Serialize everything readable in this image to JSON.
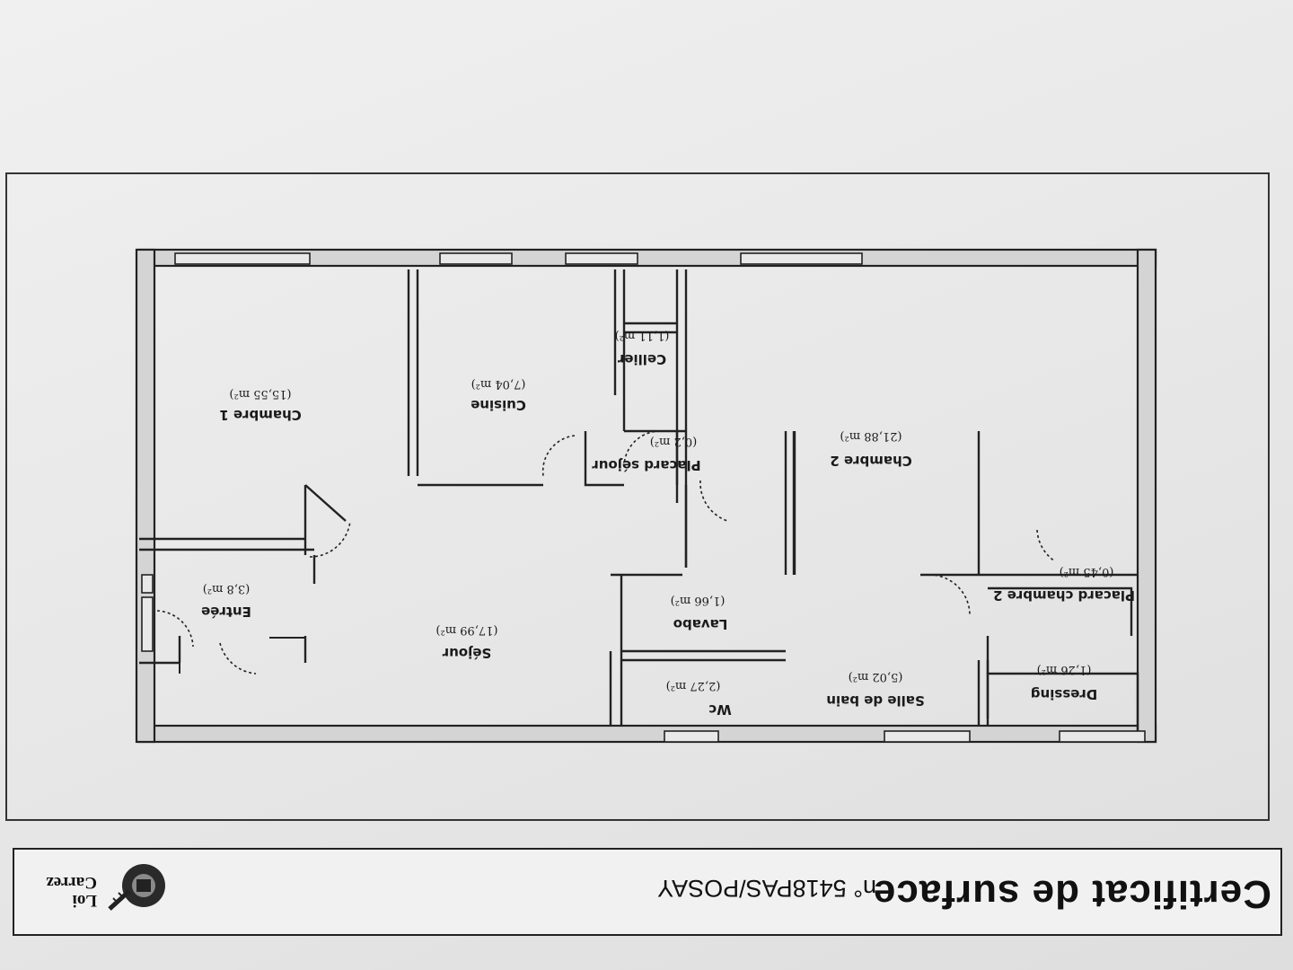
{
  "certificate": {
    "title": "Certificat de surface",
    "number": "n° 5418PAS/POSAY",
    "logo": {
      "line1": "Loi",
      "line2": "Carrez",
      "icon": "tape-measure-icon"
    }
  },
  "rooms": [
    {
      "id": "chambre-1",
      "name": "Chambre 1",
      "area": "(15,55 m²)"
    },
    {
      "id": "cuisine",
      "name": "Cuisine",
      "area": "(7,04 m²)"
    },
    {
      "id": "cellier",
      "name": "Cellier",
      "area": "(1,11 m²)"
    },
    {
      "id": "placard-sejour",
      "name": "Placard séjour",
      "area": "(0,2 m²)"
    },
    {
      "id": "chambre-2",
      "name": "Chambre 2",
      "area": "(21,88 m²)"
    },
    {
      "id": "entree",
      "name": "Entrée",
      "area": "(3,8 m²)"
    },
    {
      "id": "sejour",
      "name": "Séjour",
      "area": "(17,99 m²)"
    },
    {
      "id": "lavabo",
      "name": "Lavabo",
      "area": "(1,66 m²)"
    },
    {
      "id": "wc",
      "name": "Wc",
      "area": "(2,27 m²)"
    },
    {
      "id": "salle-de-bain",
      "name": "Salle de bain",
      "area": "(5,02 m²)"
    },
    {
      "id": "placard-chambre-2",
      "name": "Placard chambre 2",
      "area": "(0,45 m²)"
    },
    {
      "id": "dressing",
      "name": "Dressing",
      "area": "(1,26 m²)"
    }
  ],
  "colors": {
    "ink": "#222222",
    "paper": "#ebebeb",
    "wall_fill": "#d4d4d4"
  }
}
